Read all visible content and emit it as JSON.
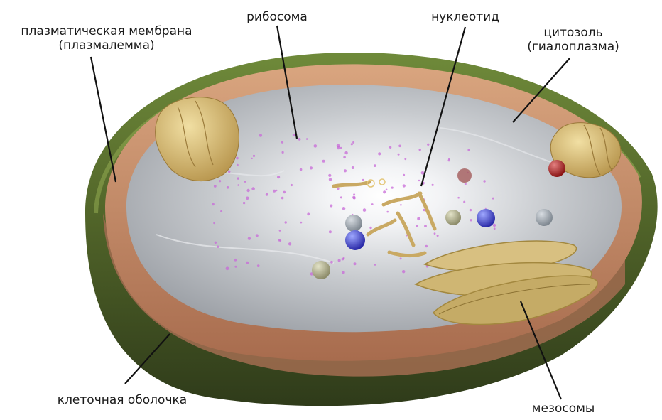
{
  "labels": {
    "plasma_membrane": {
      "line1": "плазматическая мембрана",
      "line2": "(плазмалемма)"
    },
    "ribosome": "рибосома",
    "nucleotide": "нуклеотид",
    "cytosol": {
      "line1": "цитозоль",
      "line2": "(гиалоплазма)"
    },
    "cell_wall": "клеточная оболочка",
    "mesosomes": "мезосомы"
  },
  "colors": {
    "cell_wall": "#5c6e34",
    "membrane": "#c48a6a",
    "cytosol": "#c9ccd0",
    "ribosome": "#c86ad8",
    "mesosome": "#c9b16e",
    "leader_line": "#111111"
  }
}
